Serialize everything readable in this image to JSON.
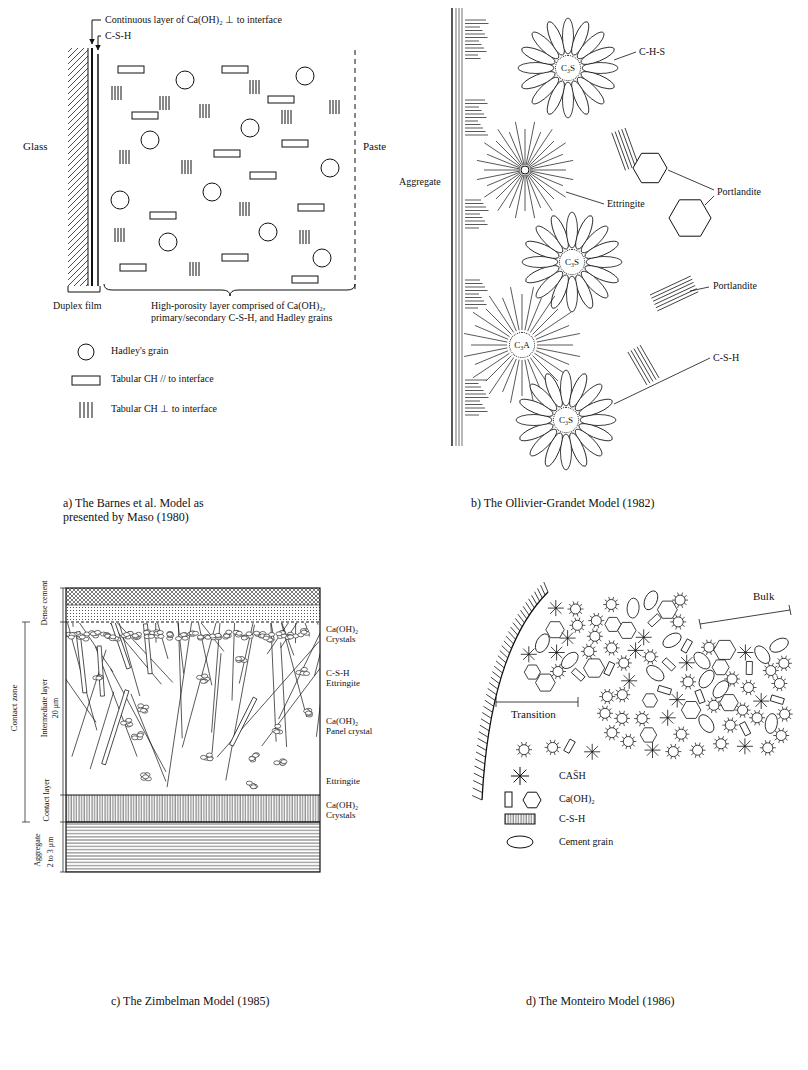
{
  "diagram": {
    "nodes": [
      {
        "text": [
          "C₃S"
        ]
      },
      {
        "text": [
          "C₃S"
        ]
      },
      {
        "text": [
          "C₃A"
        ]
      },
      {
        "text": [
          "C₃S"
        ]
      }
    ],
    "labels": [
      "Continuous layer of Ca(OH)₂ ⊥ to interface",
      "C-S-H",
      "Glass",
      "Paste",
      "Duplex film",
      "High-porosity layer comprised of Ca(OH)₂, primary/secondary C-S-H, and Hadley grains",
      "a) The Barnes et al. Model as presented by Maso (1980)",
      "C-H-S",
      "Aggregate",
      "Portlandite",
      "Ettringite",
      "Portlandite",
      "C-S-H",
      "b) The Ollivier-Grandet Model (1982)",
      "Dense cement",
      "Contact zone",
      "Intermediate layer",
      "20 μm",
      "Contact layer",
      "Aggregate",
      "2 to 3 μm",
      "Ca(OH)₂ Crystals",
      "C-S-H Ettringite",
      "Ca(OH)₂ Panel crystal",
      "Ettringite",
      "Ca(OH)₂ Crystals",
      "c) The Zimbelman Model (1985)",
      "Bulk",
      "Transition",
      "d) The Monteiro Model (1986)"
    ],
    "legend": [
      {
        "text": "Hadley's grain"
      },
      {
        "text": "Tabular CH // to interface"
      },
      {
        "text": "Tabular CH ⊥ to interface"
      },
      {
        "text": "CAS̄H"
      },
      {
        "text": "Ca(OH)₂"
      },
      {
        "text": "C-S-H"
      },
      {
        "text": "Cement grain"
      }
    ]
  }
}
